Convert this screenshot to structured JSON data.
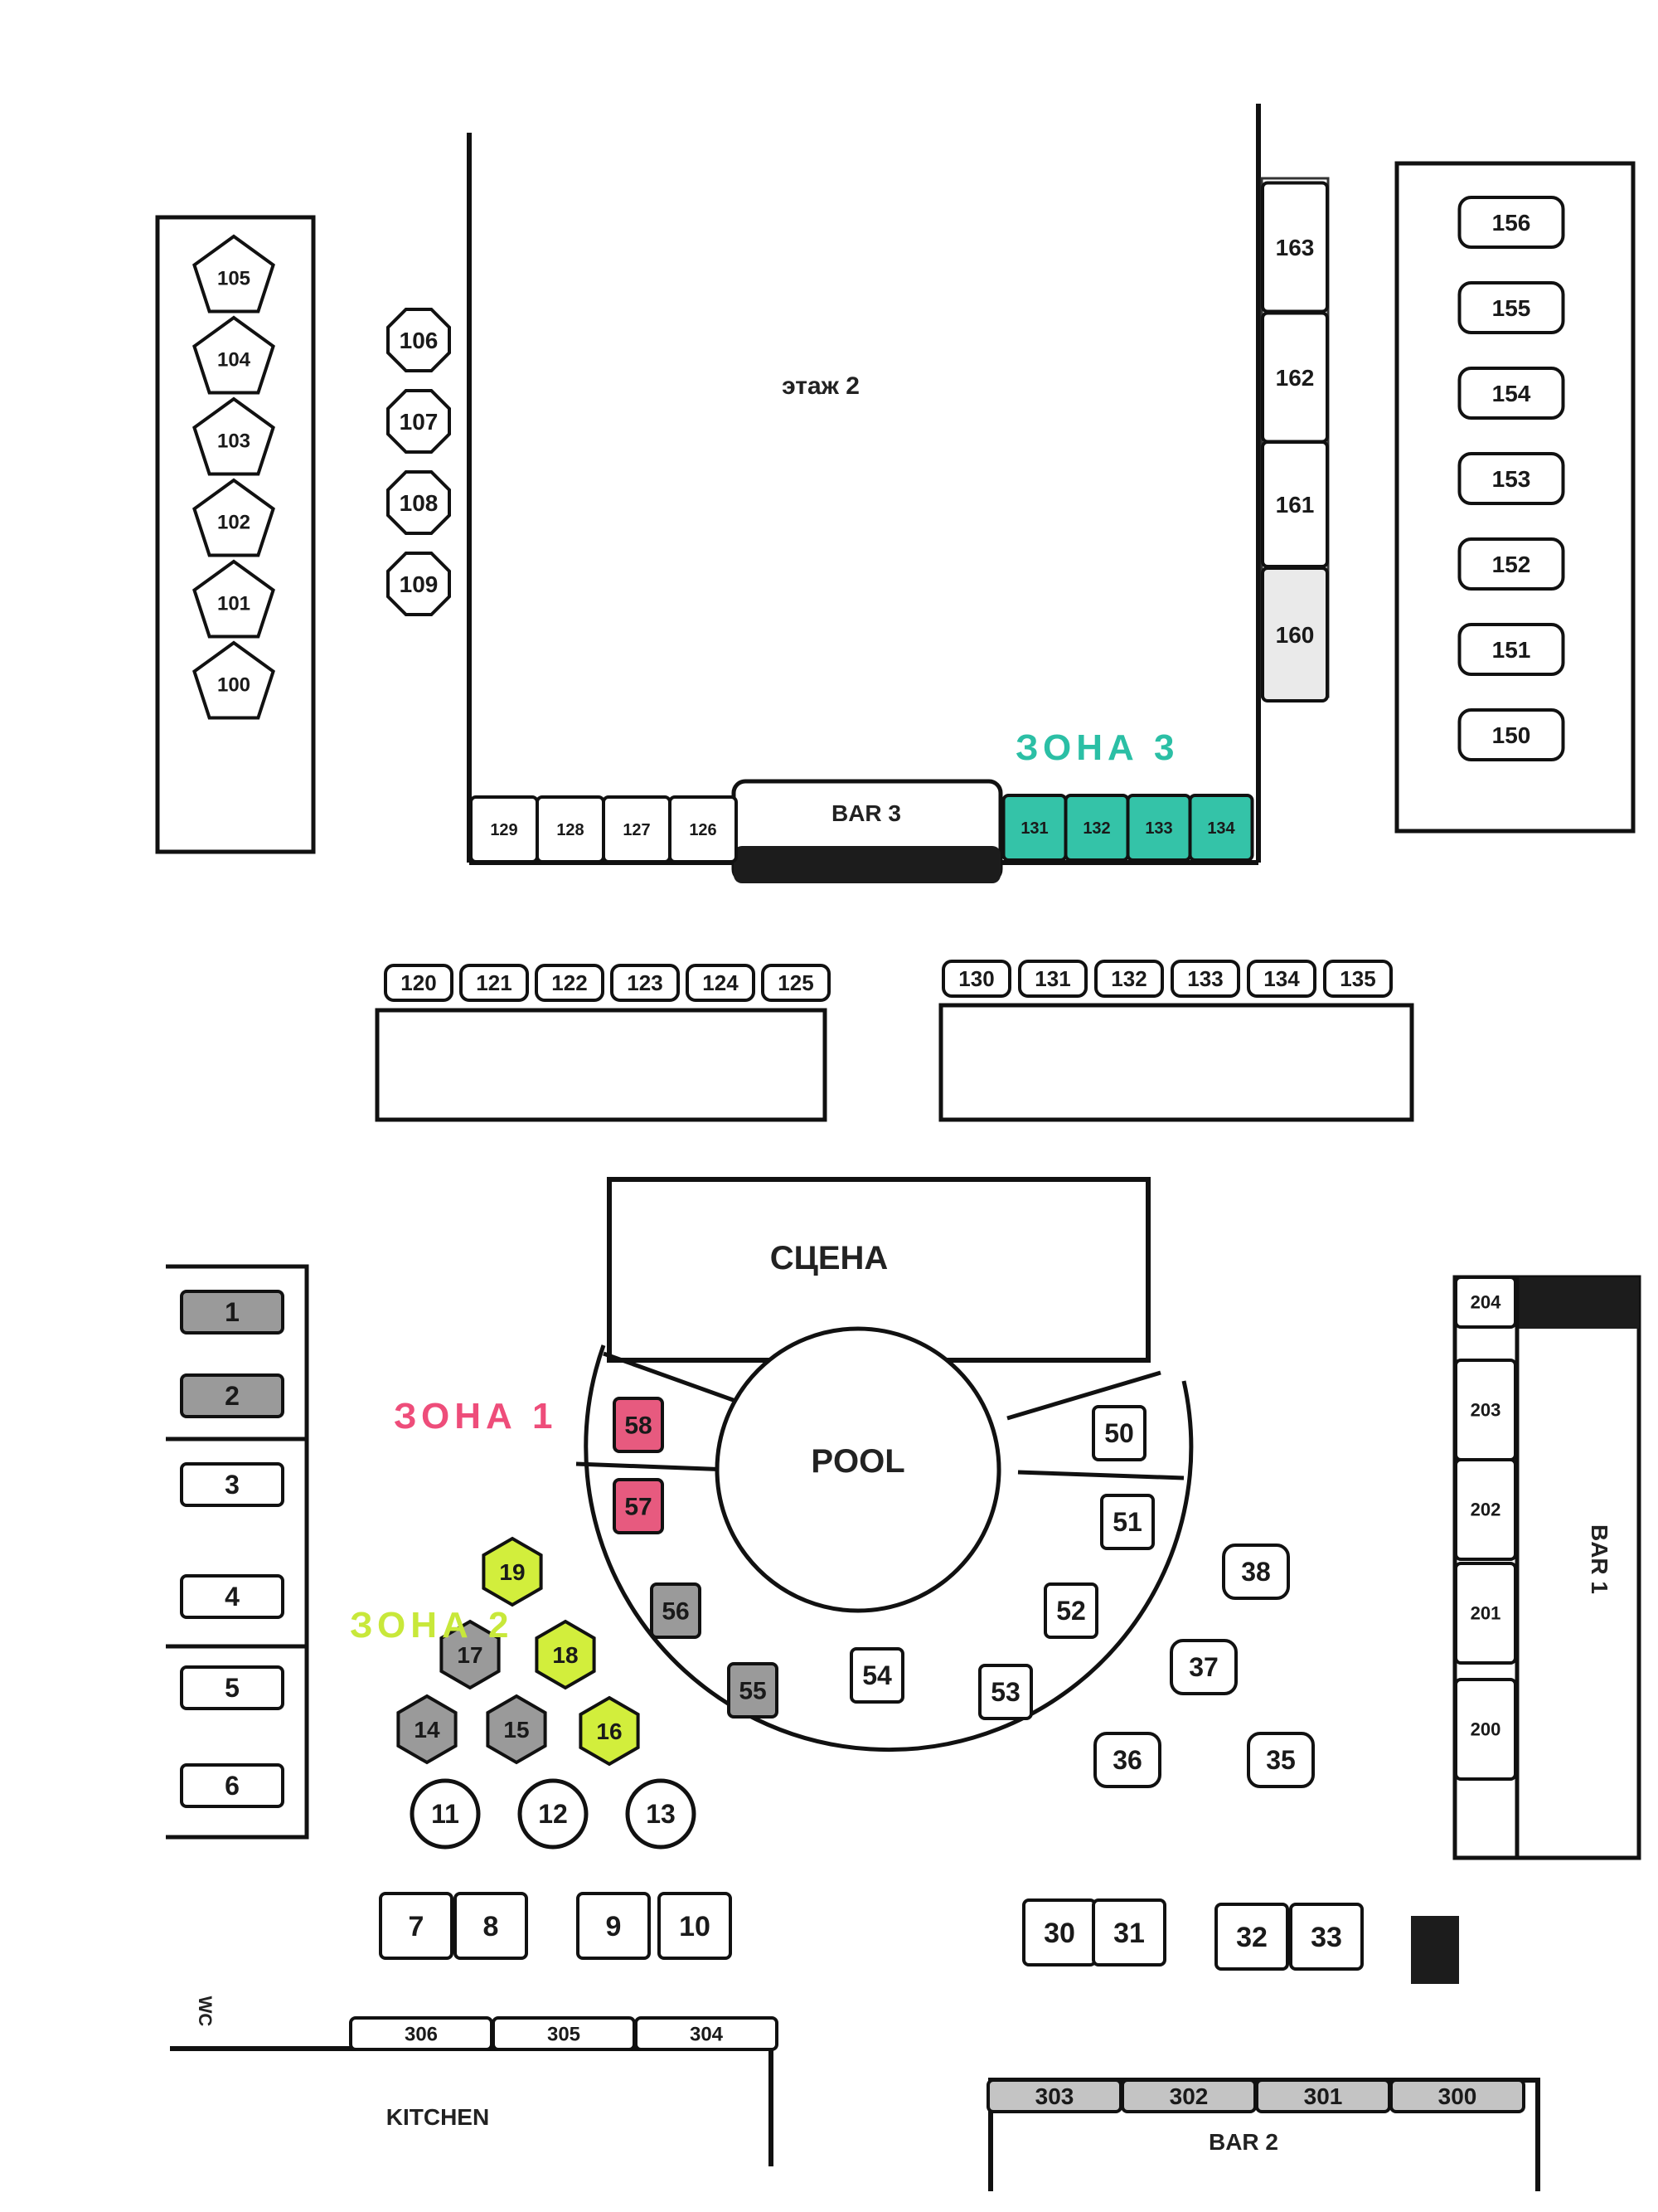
{
  "areas": {
    "floor2": "этаж 2",
    "stage": "СЦЕНА",
    "pool": "POOL",
    "bar3": "BAR 3",
    "bar1": "BAR 1",
    "bar2": "BAR 2",
    "kitchen": "KITCHEN",
    "wc": "WC"
  },
  "zones": {
    "zone1": {
      "label": "ЗОНА 1",
      "color": "#ee4d7a"
    },
    "zone2": {
      "label": "ЗОНА 2",
      "color": "#c8e83a"
    },
    "zone3": {
      "label": "ЗОНА 3",
      "color": "#2bbfa5"
    }
  },
  "colors": {
    "zone1_fill": "#e75a7f",
    "zone2_fill": "#d2ee3c",
    "zone3_fill": "#34c3a8",
    "gray_fill": "#9a9a9a",
    "light_gray_fill": "#c4c4c4",
    "dark_fill": "#1c1c1c"
  },
  "tables": {
    "left_pentagons": [
      "105",
      "104",
      "103",
      "102",
      "101",
      "100"
    ],
    "floor_left_col": [
      "106",
      "107",
      "108",
      "109"
    ],
    "floor_right_col": [
      "163",
      "162",
      "161",
      "160"
    ],
    "right_col": [
      "156",
      "155",
      "154",
      "153",
      "152",
      "151",
      "150"
    ],
    "bar3_left": [
      "129",
      "128",
      "127",
      "126"
    ],
    "bar3_right": [
      "131",
      "132",
      "133",
      "134"
    ],
    "row_mid_left": [
      "120",
      "121",
      "122",
      "123",
      "124",
      "125"
    ],
    "row_mid_right": [
      "130",
      "131",
      "132",
      "133",
      "134",
      "135"
    ],
    "left_wall": [
      "1",
      "2",
      "3",
      "4",
      "5",
      "6"
    ],
    "zone1": [
      "58",
      "57"
    ],
    "arc_gray": [
      "56",
      "55"
    ],
    "arc_white": [
      "54",
      "53",
      "52",
      "51",
      "50"
    ],
    "right_free": [
      "38",
      "37",
      "36",
      "35"
    ],
    "zone2_hex": [
      "19",
      "18",
      "16"
    ],
    "gray_hex": [
      "17",
      "14",
      "15"
    ],
    "circles": [
      "11",
      "12",
      "13"
    ],
    "bottom_left": [
      "7",
      "8",
      "9",
      "10"
    ],
    "bottom_right": [
      "30",
      "31",
      "32",
      "33"
    ],
    "bar1_col": [
      "204",
      "203",
      "202",
      "201",
      "200"
    ],
    "kitchen_row": [
      "306",
      "305",
      "304"
    ],
    "bar2_row": [
      "303",
      "302",
      "301",
      "300"
    ]
  }
}
